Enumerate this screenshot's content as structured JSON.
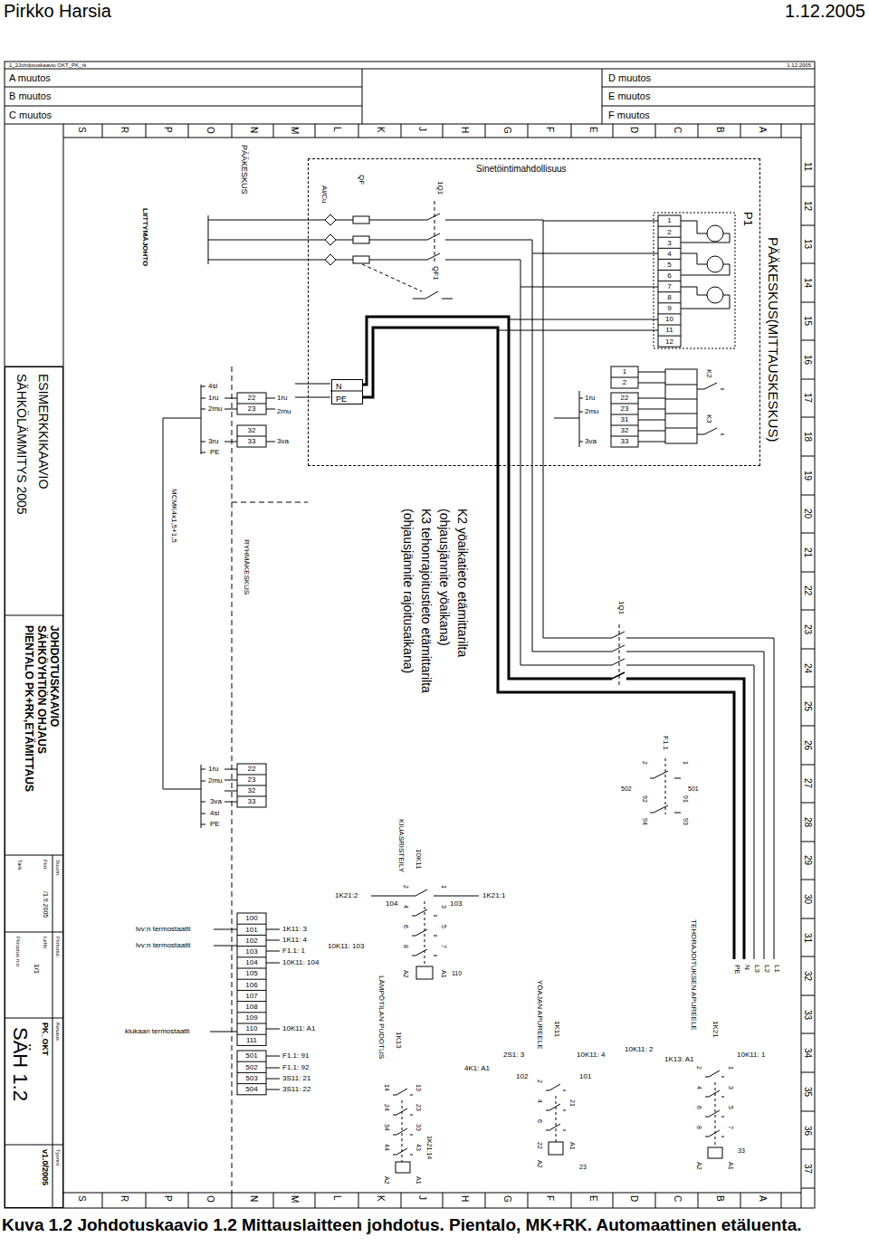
{
  "diagram": {
    "caption": "Kuva 1.2 Johdotuskaavio 1.2 Mittauslaitteen johdotus. Pientalo, MK+RK. Automaattinen etäluenta.",
    "nodes": [
      {
        "text": [
          "Sinetöintimahdollisuus"
        ]
      },
      {
        "text": [
          "N",
          "PE"
        ],
        "in": 0
      },
      {
        "text": [
          "ESIMERKKIKAAVIO",
          "SÄHKÖLÄMMITYS 2005",
          "JOHDOTUSKAAVIO",
          "SÄHKÖYHTIÖN OHJAUS",
          "PIENTALO PK+RK,ETÄMITTAUS"
        ]
      }
    ],
    "labels": [
      "Pirkko Harsia",
      "1.12.2005",
      "1_2Johdotuskaavio OKT_PK_rk",
      "1.12.2005",
      "A muutos",
      "B muutos",
      "C muutos",
      "D muutos",
      "E muutos",
      "F muutos",
      "S",
      "R",
      "P",
      "O",
      "N",
      "M",
      "L",
      "K",
      "J",
      "H",
      "G",
      "F",
      "E",
      "D",
      "C",
      "B",
      "A",
      "S",
      "R",
      "P",
      "O",
      "N",
      "M",
      "L",
      "K",
      "J",
      "H",
      "G",
      "F",
      "E",
      "D",
      "C",
      "B",
      "A",
      "11",
      "12",
      "13",
      "14",
      "15",
      "16",
      "17",
      "18",
      "19",
      "20",
      "21",
      "22",
      "23",
      "24",
      "25",
      "26",
      "27",
      "28",
      "29",
      "30",
      "31",
      "32",
      "33",
      "34",
      "35",
      "36",
      "37",
      "PÄÄKESKUS",
      "LIITTYMÄJOHTO",
      "Al/Cu",
      "QF",
      "1Q1",
      "QF1",
      "P1",
      "PÄÄKESKUS(MITTAUSKESKUS)",
      "1",
      "2",
      "3",
      "4",
      "5",
      "6",
      "7",
      "8",
      "9",
      "10",
      "11",
      "12",
      "1",
      "2",
      "22",
      "23",
      "31",
      "32",
      "33",
      "1ru",
      "2mu",
      "3va",
      "K2",
      "K3",
      "4si",
      "1ru",
      "2mu",
      "3ru",
      "PE",
      "22",
      "23",
      "32",
      "33",
      "1ru",
      "2mu",
      "3va",
      "MCMK4x1,5+1,5",
      "RYHMÄKESKUS",
      "K2 yöaikatieto etämittarilta",
      "(ohjausjännite yöaikana)",
      "K3 tehonrajoitustieto etämittarilta",
      "(ohjausjännite rajoitusaikana)",
      "1Q1",
      "F1.1",
      "2",
      "1",
      "502",
      "501",
      "92",
      "91",
      "94",
      "93",
      "1ru",
      "2mu",
      "3va",
      "4si",
      "PE",
      "22",
      "23",
      "32",
      "33",
      "KIUASRISTEILY",
      "10K11",
      "1K21:2",
      "104",
      "103",
      "1K21:1",
      "2",
      "1",
      "4",
      "3",
      "6",
      "5",
      "8",
      "7",
      "A2",
      "A1",
      "110",
      "100",
      "101",
      "102",
      "103",
      "104",
      "105",
      "106",
      "107",
      "108",
      "109",
      "110",
      "111",
      "501",
      "502",
      "503",
      "504",
      "lvv:n termostaatti",
      "lvv:n termostaatti",
      "kiukaan termostaatti",
      "1K11: 3",
      "1K11: 4",
      "F1.1: 1",
      "10K11: 104",
      "10K11: 103",
      "10K11: A1",
      "F1.1: 91",
      "F1.1: 92",
      "3S11: 21",
      "3S11: 22",
      "LÄMPÖTILAN PUDOTUS",
      "1K13",
      "14",
      "13",
      "24",
      "23",
      "34",
      "33",
      "44",
      "43",
      "A2",
      "A1",
      "1K21:14",
      "YÖAJAN APUREELE",
      "1K11",
      "2S1: 3",
      "10K11: 4",
      "4K1: A1",
      "102",
      "101",
      "2",
      "4",
      "6",
      "22",
      "A2",
      "21",
      "A1",
      "23",
      "TEHORAJOITUKSEN APUREELE",
      "1K21",
      "10K11: 2",
      "1K13: A1",
      "10K11: 1",
      "2",
      "1",
      "4",
      "3",
      "6",
      "5",
      "8",
      "7",
      "A2",
      "A1",
      "33",
      "L1",
      "L2",
      "L3",
      "N",
      "PE",
      "Suunn.",
      "Piirt.",
      "Tark.",
      "/1.9.2005",
      "Piirtunut",
      "Lehti",
      "1/1",
      "Piirustus n:o",
      "Kesaus",
      "PK_OKT",
      "SÄH 1.2",
      "Tyonro",
      "v1.0/2005"
    ]
  }
}
